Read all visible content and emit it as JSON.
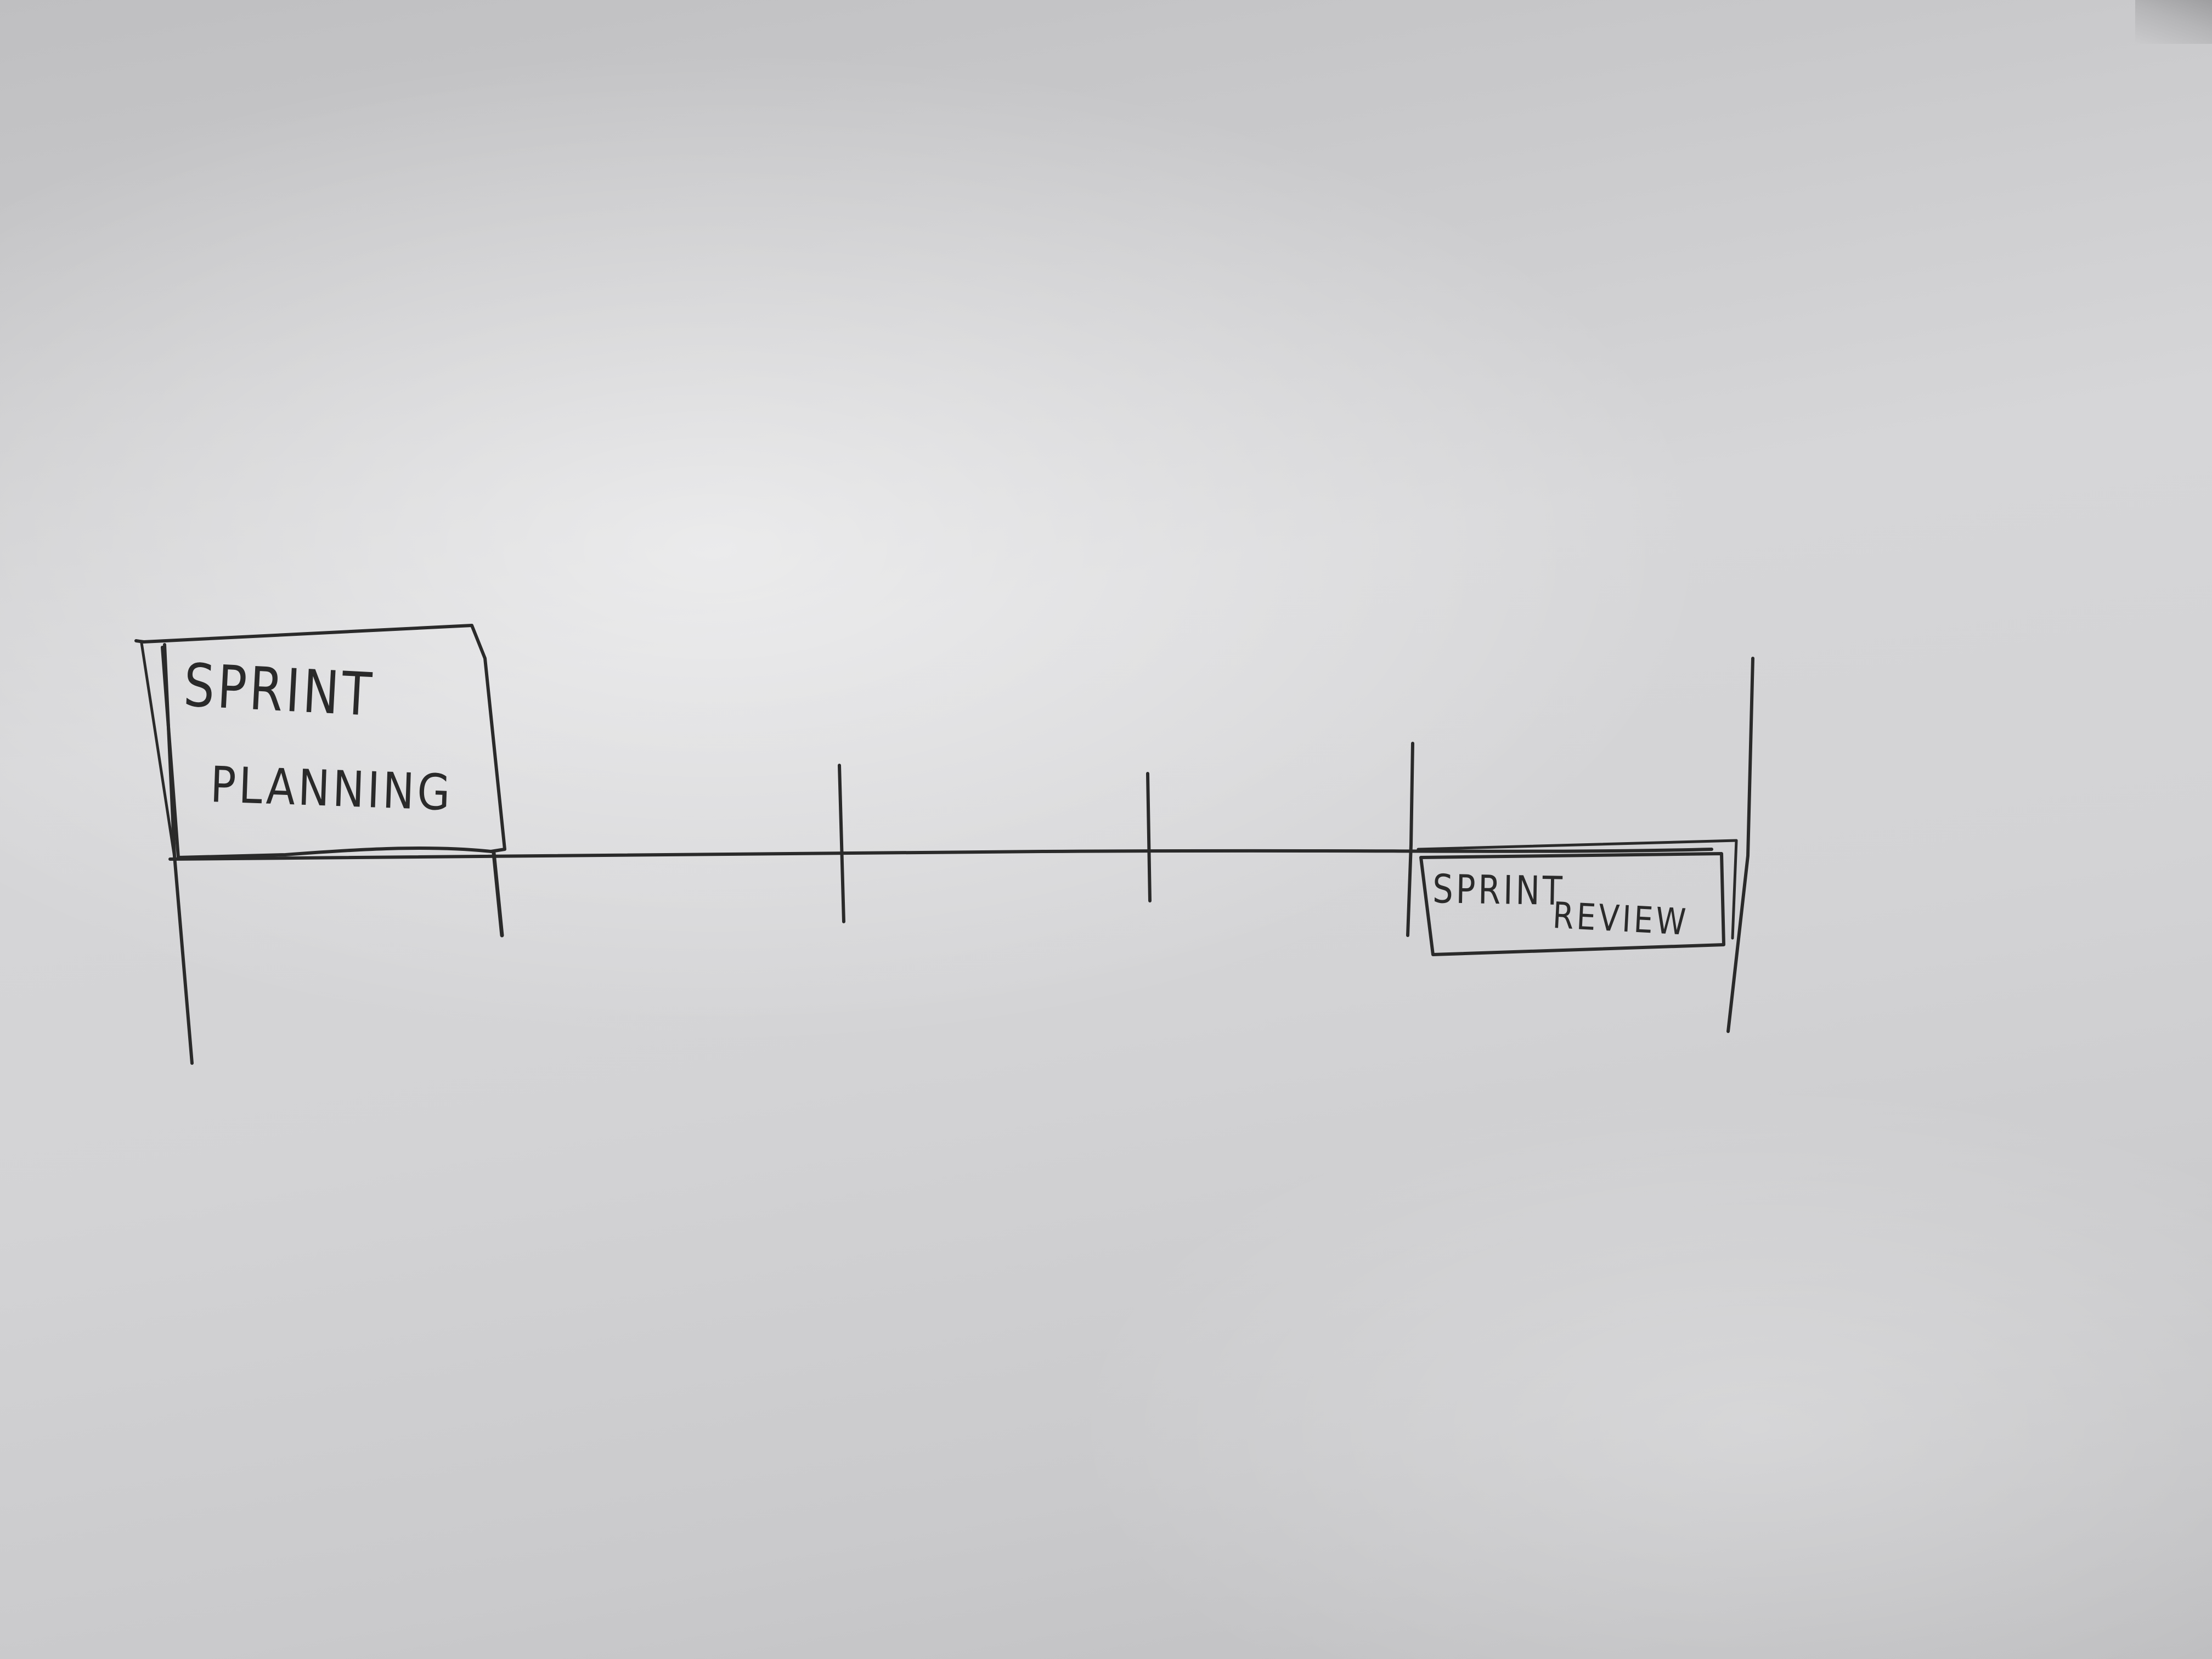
{
  "diagram": {
    "nodes": [
      {
        "id": "sprint-planning",
        "lines": [
          "SPRINT",
          "PLANNING"
        ]
      },
      {
        "id": "sprint-review",
        "lines": [
          "SPRINT",
          "REVIEW"
        ]
      }
    ]
  }
}
